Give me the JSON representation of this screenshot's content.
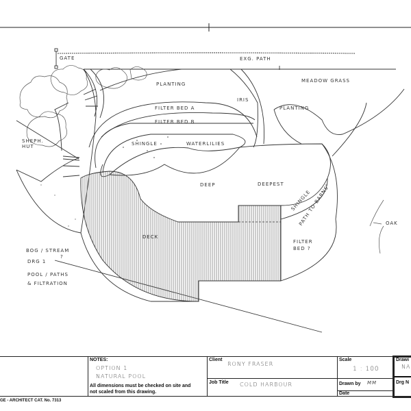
{
  "drawing": {
    "labels": {
      "gate": "GATE",
      "exg_path": "EXG. PATH",
      "planting_1": "PLANTING",
      "meadow_grass": "MEADOW GRASS",
      "iris": "IRIS",
      "planting_2": "PLANTING",
      "filter_bed_a": "FILTER BED A",
      "filter_bed_b": "FILTER BED B",
      "shingle_1": "SHINGLE",
      "waterlilies": "WATERLILIES",
      "sheph_hut_1": "SHEPH.",
      "sheph_hut_2": "HUT",
      "deep": "DEEP",
      "deepest": "DEEPEST",
      "shingle_2": "SHINGLE",
      "path_to_barns": "PATH TO BARNS",
      "oak": "OAK",
      "bog_stream": "BOG / STREAM",
      "bog_q": "?",
      "deck": "DECK",
      "filter_bed_q1": "FILTER",
      "filter_bed_q2": "BED ?",
      "drg_1": "DRG 1",
      "subtitle_1": "POOL / PATHS",
      "subtitle_2": "& FILTRATION"
    }
  },
  "title_block": {
    "notes_label": "NOTES:",
    "notes_line1": "OPTION 1",
    "notes_line2": "NATURAL POOL",
    "disclaimer_1": "All dimensions must be checked on site and",
    "disclaimer_2": "not scaled from this drawing.",
    "client_label": "Client",
    "client_value": "RONY FRASER",
    "job_title_label": "Job Title",
    "job_title_value": "COLD HARBOUR",
    "scale_label": "Scale",
    "scale_value": "1 : 100",
    "drawn_by_label": "Drawn by",
    "drawn_by_value": "MM",
    "date_label": "Date",
    "drawing_label": "Drawi",
    "drawing_value": "NA",
    "drg_no_label": "Drg N",
    "footer": "GE - ARCHITECT CAT. No. 7313"
  }
}
